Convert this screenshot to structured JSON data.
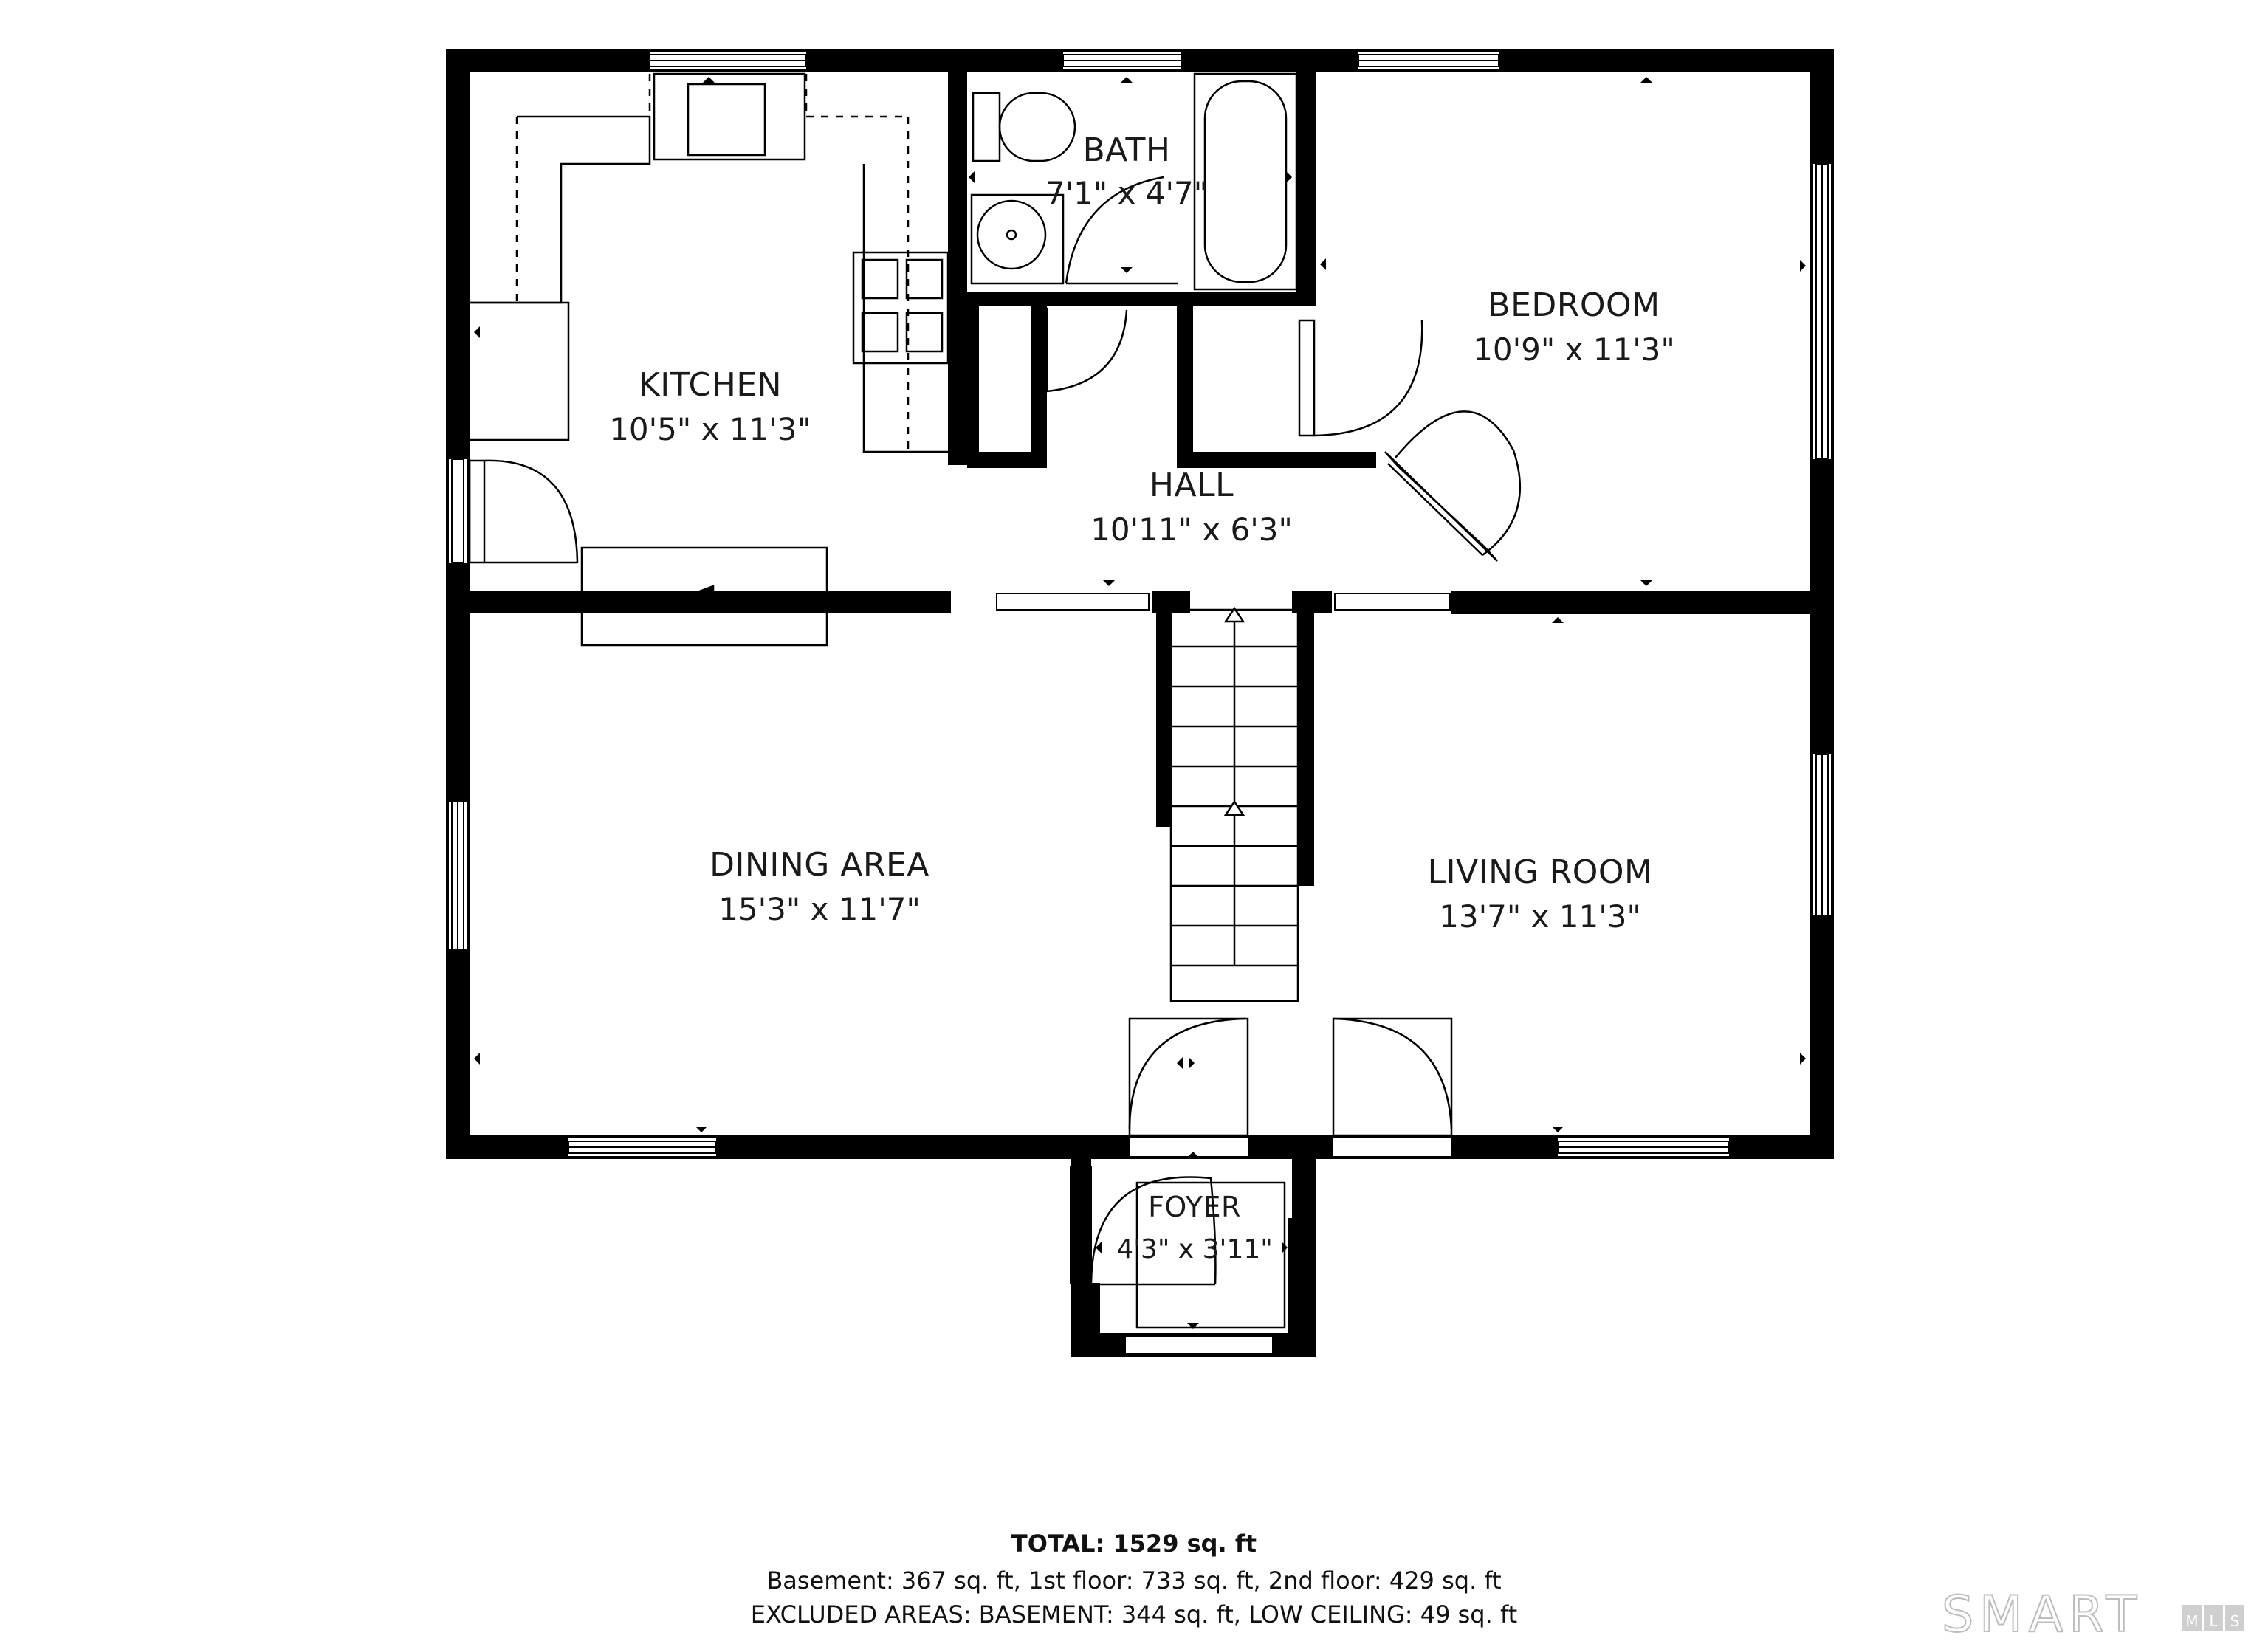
{
  "rooms": {
    "kitchen": {
      "name": "KITCHEN",
      "dim": "10'5\" x 11'3\""
    },
    "bath": {
      "name": "BATH",
      "dim": "7'1\" x 4'7\""
    },
    "bedroom": {
      "name": "BEDROOM",
      "dim": "10'9\" x 11'3\""
    },
    "hall": {
      "name": "HALL",
      "dim": "10'11\" x 6'3\""
    },
    "dining": {
      "name": "DINING AREA",
      "dim": "15'3\" x 11'7\""
    },
    "living": {
      "name": "LIVING ROOM",
      "dim": "13'7\" x 11'3\""
    },
    "foyer": {
      "name": "FOYER",
      "dim": "4'3\" x 3'11\""
    }
  },
  "footer": {
    "total_label": "TOTAL:",
    "total_value": "1529 sq. ft",
    "line1": "Basement: 367 sq. ft, 1st floor: 733 sq. ft, 2nd floor: 429 sq. ft",
    "line2": "EXCLUDED AREAS: BASEMENT: 344 sq. ft, LOW CEILING: 49 sq. ft"
  },
  "brand": {
    "logo": "SMART",
    "mls_letters": [
      "M",
      "L",
      "S"
    ]
  },
  "colors": {
    "wall": "#000000",
    "fixture": "#000000",
    "background": "#ffffff"
  }
}
